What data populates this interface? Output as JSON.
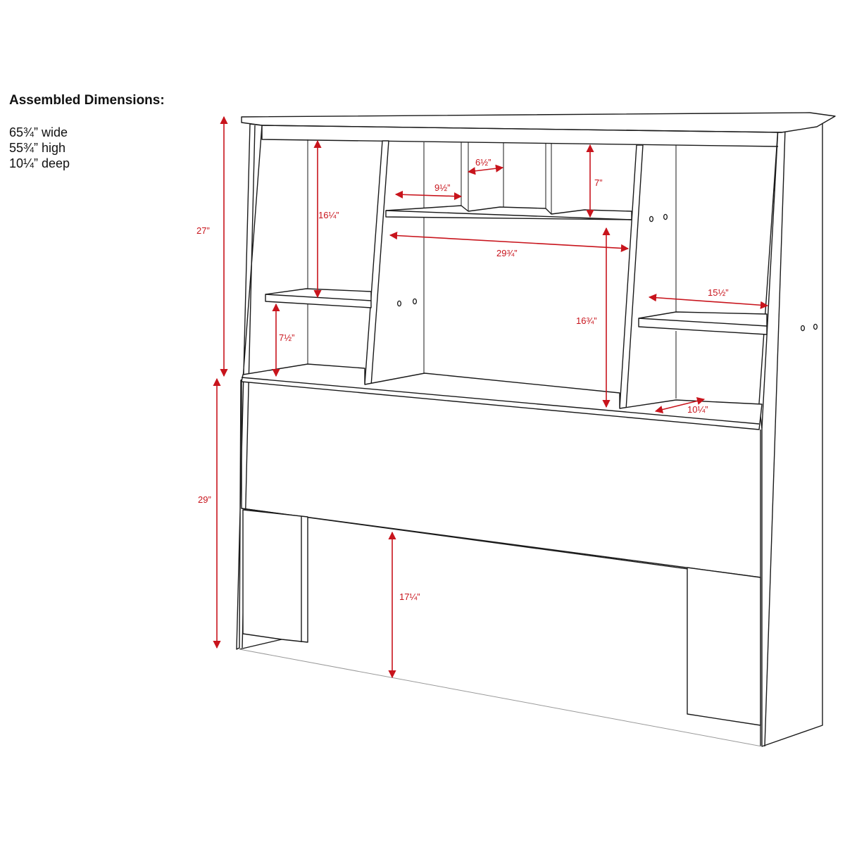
{
  "specs": {
    "title": "Assembled Dimensions:",
    "width": "65¾” wide",
    "height": "55¾” high",
    "depth": "10¼” deep"
  },
  "colors": {
    "dimension": "#c8141c",
    "outline": "#1a1a1a"
  },
  "dimensions": {
    "upper_height": "27”",
    "lower_height": "29”",
    "left_upper_height": "16¼”",
    "left_shelf_gap": "7½”",
    "cubby_width": "9½”",
    "cubby_inner_width": "6½”",
    "cubby_height": "7”",
    "center_span": "29¾”",
    "center_height": "16¾”",
    "right_shelf_width": "15½”",
    "shelf_depth": "10¼”",
    "leg_clearance": "17¼”"
  }
}
